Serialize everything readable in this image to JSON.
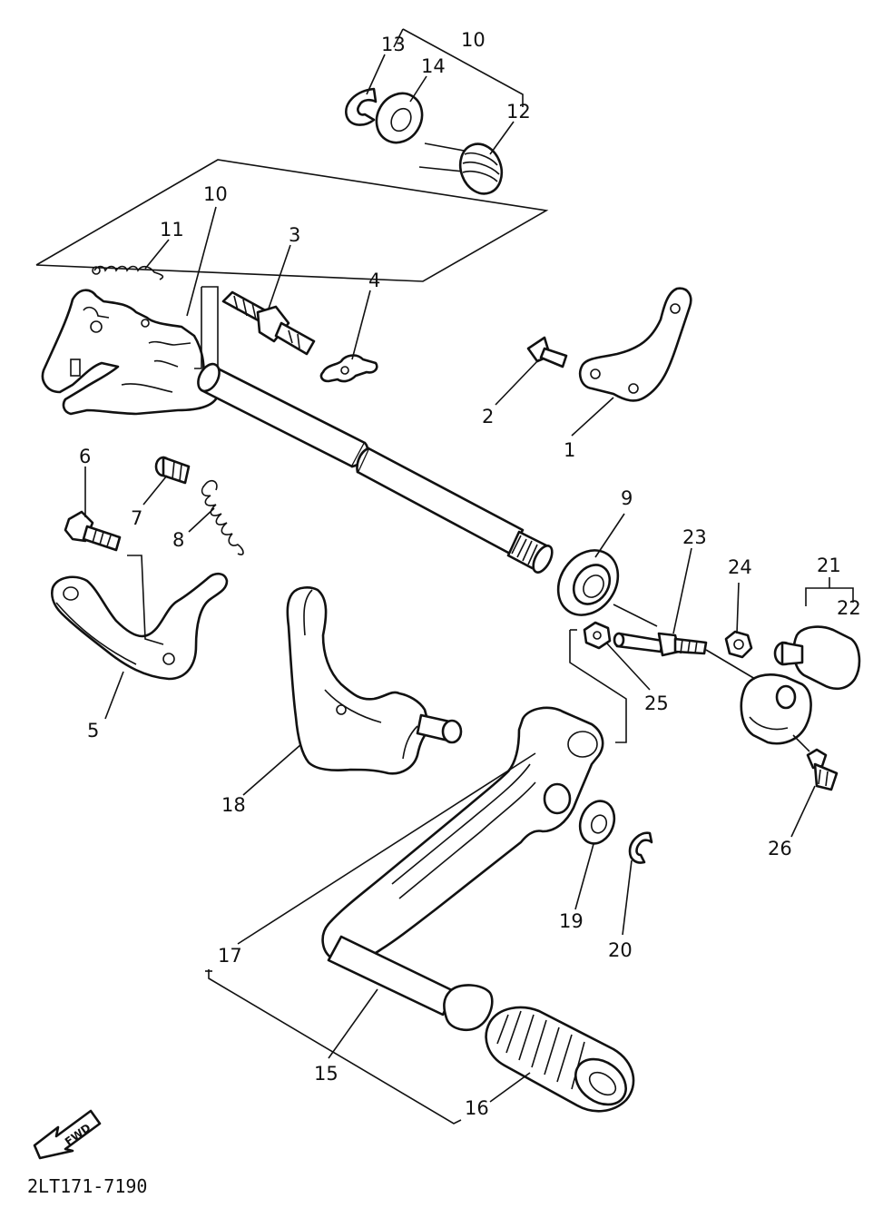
{
  "diagram": {
    "part_numbers": [
      "1",
      "2",
      "3",
      "4",
      "5",
      "6",
      "7",
      "8",
      "9",
      "10",
      "10",
      "11",
      "12",
      "13",
      "14",
      "15",
      "16",
      "17",
      "18",
      "19",
      "20",
      "21",
      "22",
      "23",
      "24",
      "25",
      "26"
    ],
    "fwd_arrow_label": "FWD",
    "figure_code": "2LT171-7190"
  }
}
